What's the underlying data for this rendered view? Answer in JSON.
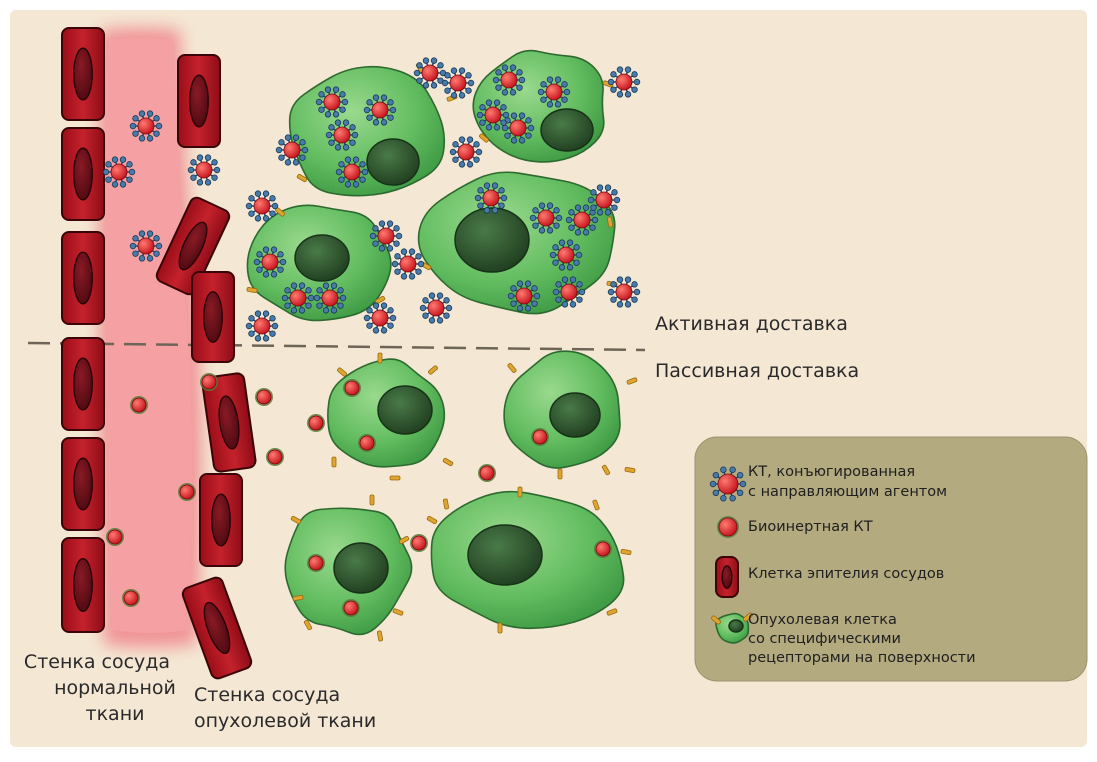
{
  "labels": {
    "active_delivery": "Активная доставка",
    "passive_delivery": "Пассивная доставка",
    "normal_wall": [
      "Стенка сосуда",
      "нормальной",
      "ткани"
    ],
    "tumor_wall": [
      "Стенка сосуда",
      "опухолевой ткани"
    ]
  },
  "legend": {
    "items": [
      {
        "icon": "targeted-nanoparticle-icon",
        "lines": [
          "КТ, конъюгированная",
          "с направляющим агентом"
        ]
      },
      {
        "icon": "bioinert-nanoparticle-icon",
        "lines": [
          "Биоинертная КТ"
        ]
      },
      {
        "icon": "endothelial-cell-icon",
        "lines": [
          "Клетка эпителия сосудов"
        ]
      },
      {
        "icon": "tumor-cell-icon",
        "lines": [
          "Опухолевая клетка",
          "со специфическими",
          "рецепторами на поверхности"
        ]
      }
    ]
  },
  "colors": {
    "background": "#f4e7d3",
    "vessel": "#f09094",
    "endothelial": "#b0151f",
    "tumor_cell": "#63bd60",
    "nucleus": "#2f5a2f",
    "nanoparticle": "#e8202a",
    "ligand": "#1e4870",
    "receptor": "#e0a530",
    "legend_bg": "#b3aa80",
    "text": "#2a2a2a"
  }
}
